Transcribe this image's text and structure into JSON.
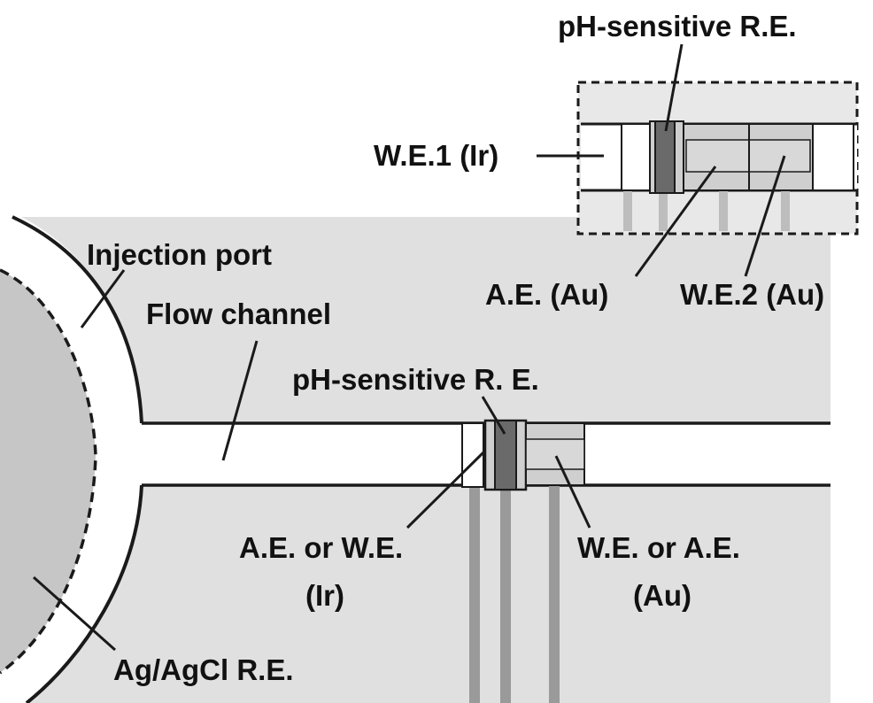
{
  "labels": {
    "ph_sensitive_top": "pH-sensitive R.E.",
    "we1_ir": "W.E.1 (Ir)",
    "injection_port": "Injection port",
    "flow_channel": "Flow channel",
    "ae_au": "A.E. (Au)",
    "we2_au": "W.E.2 (Au)",
    "ph_sensitive_main": "pH-sensitive R. E.",
    "ae_or_we_line1": "A.E. or W.E.",
    "ae_or_we_line2": "(Ir)",
    "we_or_ae_line1": "W.E. or A.E.",
    "we_or_ae_line2": "(Au)",
    "ag_agcl": "Ag/AgCl R.E."
  },
  "colors": {
    "chip": "#e0e0e0",
    "channel": "#ffffff",
    "reservoir": "#c6c6c6",
    "au_electrode": "#cfcfcf",
    "ph_electrode": "#6a6a6a",
    "lead": "#9a9a9a",
    "outline": "#1a1a1a"
  }
}
